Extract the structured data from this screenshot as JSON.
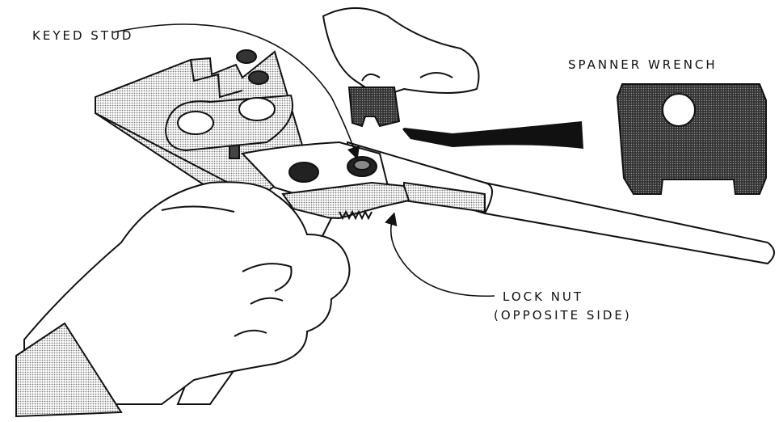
{
  "labels": {
    "keyed_stud": "KEYED STUD",
    "spanner_wrench": "SPANNER WRENCH",
    "lock_nut_line1": "LOCK NUT",
    "lock_nut_line2": "(OPPOSITE SIDE)"
  },
  "colors": {
    "ink": "#111111",
    "stipple": "#9a9a9a",
    "dark_stipple": "#555555",
    "paper": "#ffffff"
  }
}
